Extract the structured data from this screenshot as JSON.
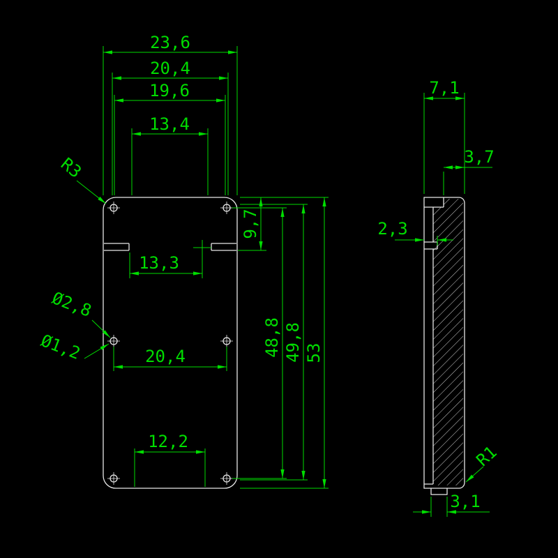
{
  "colors": {
    "background": "#000000",
    "geometry": "#e8e8e8",
    "dimension": "#00dd00"
  },
  "front": {
    "dim_outer_width": "23,6",
    "dim_width_204": "20,4",
    "dim_width_196": "19,6",
    "dim_width_134": "13,4",
    "corner_radius": "R3",
    "dim_height_97": "9,7",
    "dim_width_133": "13,3",
    "hole_dia_28": "Ø2,8",
    "hole_dia_12": "Ø1,2",
    "dim_hole_span_204": "20,4",
    "dim_height_488": "48,8",
    "dim_height_498": "49,8",
    "dim_height_53": "53",
    "dim_width_122": "12,2"
  },
  "side": {
    "dim_width_71": "7,1",
    "dim_width_37": "3,7",
    "dim_width_23": "2,3",
    "corner_radius": "R1",
    "dim_width_31": "3,1"
  }
}
